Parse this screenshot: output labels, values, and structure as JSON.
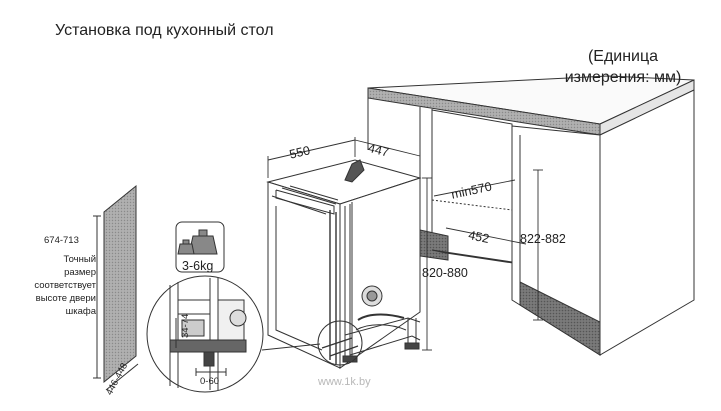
{
  "title": "Установка под кухонный стол",
  "unit_note": {
    "line1": "(Единица",
    "line2": "измерения: мм)"
  },
  "dimensions": {
    "dishwasher_depth": "550",
    "dishwasher_width": "447",
    "dishwasher_height": "820-880",
    "niche_min_depth": "min570",
    "niche_width": "452",
    "niche_height": "822-882",
    "door_panel_height": "674-713",
    "door_panel_width": "446-448",
    "kick_height": "34-74",
    "kick_offset": "0-60"
  },
  "door_note": {
    "line1": "Точный",
    "line2": "размер",
    "line3": "соответствует",
    "line4": "высоте двери",
    "line5": "шкафа"
  },
  "weight": {
    "label": "3-6kg"
  },
  "watermark": "www.1k.by",
  "colors": {
    "line": "#333333",
    "counter_top": "#ffffff",
    "panel_fill": "#9a9a9a",
    "plinth_fill": "#6f6f6f",
    "niche_shade": "#c9c9c9"
  }
}
